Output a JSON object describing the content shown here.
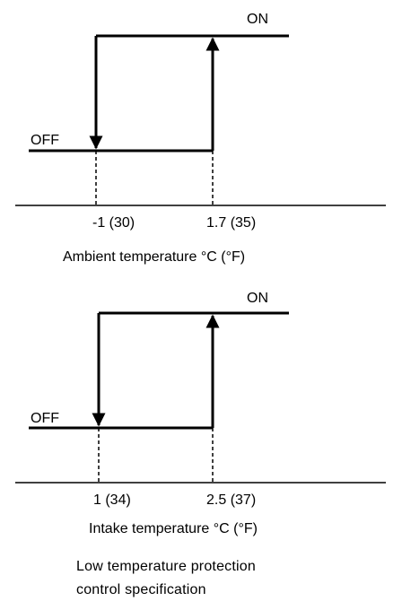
{
  "colors": {
    "line": "#000000",
    "background": "#ffffff"
  },
  "diagrams": [
    {
      "on_label": "ON",
      "off_label": "OFF",
      "tick_labels": [
        "-1 (30)",
        "1.7 (35)"
      ],
      "axis_label": "Ambient temperature °C (°F)"
    },
    {
      "on_label": "ON",
      "off_label": "OFF",
      "tick_labels": [
        "1 (34)",
        "2.5 (37)"
      ],
      "axis_label": "Intake temperature °C (°F)"
    }
  ],
  "caption": {
    "line1": "Low temperature protection",
    "line2": "control specification"
  }
}
